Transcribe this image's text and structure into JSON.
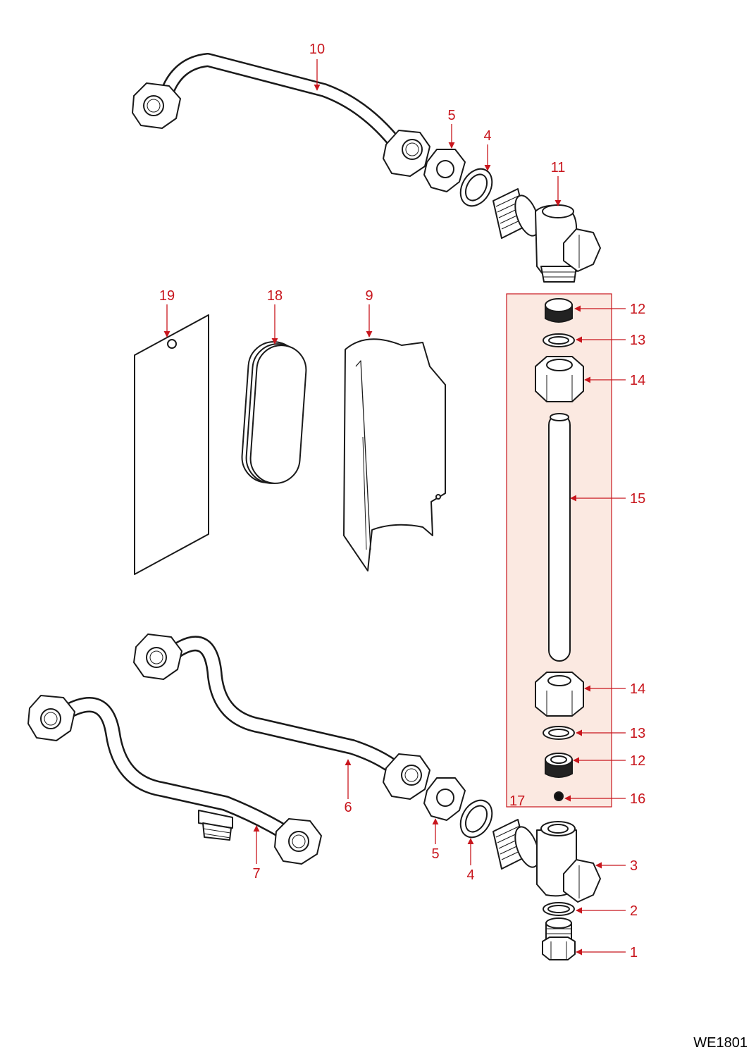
{
  "colors": {
    "callout": "#c8161d",
    "line": "#1a1a1a",
    "kit_fill": "#fbe9e1",
    "kit_border": "#c8161d"
  },
  "kit_label": "17",
  "callouts": {
    "c1": "1",
    "c2": "2",
    "c3": "3",
    "c4a": "4",
    "c4b": "4",
    "c5a": "5",
    "c5b": "5",
    "c6": "6",
    "c7": "7",
    "c9": "9",
    "c10": "10",
    "c11": "11",
    "c12a": "12",
    "c12b": "12",
    "c13a": "13",
    "c13b": "13",
    "c14a": "14",
    "c14b": "14",
    "c15": "15",
    "c16": "16",
    "c18": "18",
    "c19": "19"
  },
  "drawing_code": "WE1801"
}
